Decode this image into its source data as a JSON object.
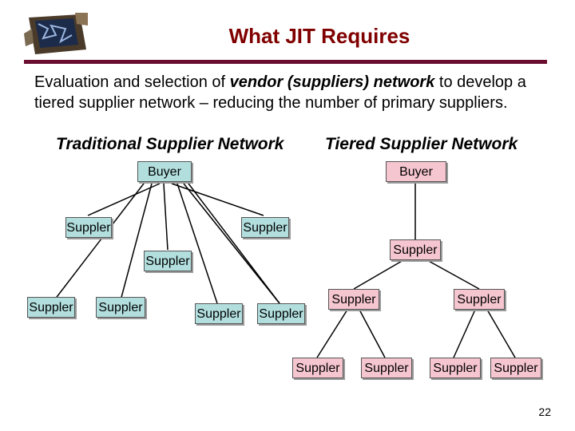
{
  "title": "What JIT Requires",
  "body": {
    "before": "Evaluation and selection of ",
    "emphasis": " vendor (suppliers) network",
    "after": " to develop a tiered supplier network – reducing the number of primary suppliers."
  },
  "headings": {
    "traditional": "Traditional Supplier Network",
    "tiered": "Tiered Supplier Network"
  },
  "node_label_buyer": "Buyer",
  "node_label_supplier": "Suppler",
  "page_number": "22",
  "colors": {
    "title": "#800000",
    "rule": "#6b0d2e",
    "traditional_fill": "#b2dede",
    "tiered_fill": "#f6c6d0"
  },
  "logo_icon": "puzzle-logo-icon"
}
